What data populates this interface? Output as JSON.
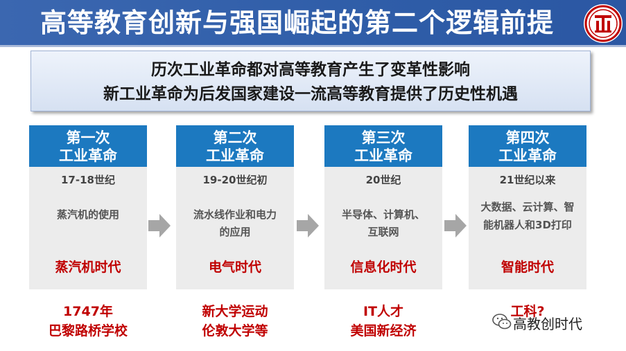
{
  "header": {
    "title": "高等教育创新与强国崛起的第二个逻辑前提"
  },
  "banner": {
    "line1": "历次工业革命都对高等教育产生了变革性影响",
    "line2": "新工业革命为后发国家建设一流高等教育提供了历史性机遇"
  },
  "cards": [
    {
      "head1": "第一次",
      "head2": "工业革命",
      "period": "17-18世纪",
      "desc1": "蒸汽机的使用",
      "desc2": "",
      "era": "蒸汽机时代",
      "bottom1": "1747年",
      "bottom2": "巴黎路桥学校"
    },
    {
      "head1": "第二次",
      "head2": "工业革命",
      "period": "19-20世纪初",
      "desc1": "流水线作业和电力",
      "desc2": "的应用",
      "era": "电气时代",
      "bottom1": "新大学运动",
      "bottom2": "伦敦大学等"
    },
    {
      "head1": "第三次",
      "head2": "工业革命",
      "period": "20世纪",
      "desc1": "半导体、计算机、",
      "desc2": "互联网",
      "era": "信息化时代",
      "bottom1": "IT人才",
      "bottom2": "美国新经济"
    },
    {
      "head1": "第四次",
      "head2": "工业革命",
      "period": "21世纪以来",
      "desc1": "大数据、云计算、智",
      "desc2": "能机器人和3D打印",
      "era": "智能时代",
      "bottom1": "工科?",
      "bottom2": ""
    }
  ],
  "watermark": {
    "text": "高教创时代",
    "icon": "wechat-icon"
  },
  "colors": {
    "title_bar": "#2f5da8",
    "card_head": "#1c79c0",
    "accent_red": "#c00000",
    "card_bg": "#ececec"
  }
}
